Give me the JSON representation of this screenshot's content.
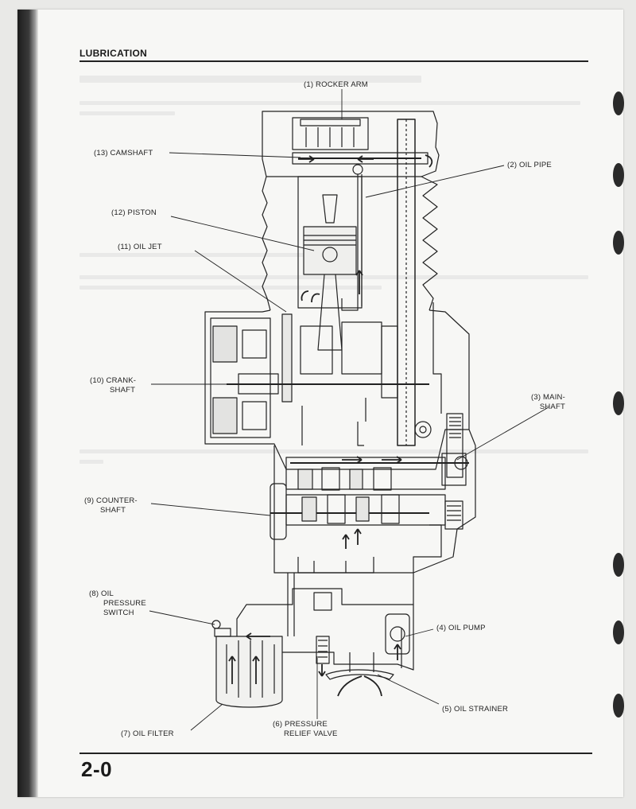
{
  "header": {
    "section_title": "LUBRICATION"
  },
  "footer": {
    "page_number": "2-0"
  },
  "labels": {
    "rocker_arm": "(1) ROCKER ARM",
    "oil_pipe": "(2) OIL PIPE",
    "mainshaft_1": "(3) MAIN-",
    "mainshaft_2": "SHAFT",
    "oil_pump": "(4) OIL PUMP",
    "oil_strainer": "(5) OIL STRAINER",
    "relief_valve_1": "(6) PRESSURE",
    "relief_valve_2": "RELIEF VALVE",
    "oil_filter": "(7) OIL FILTER",
    "pressure_switch_1": "(8) OIL",
    "pressure_switch_2": "PRESSURE",
    "pressure_switch_3": "SWITCH",
    "countershaft_1": "(9) COUNTER-",
    "countershaft_2": "SHAFT",
    "crankshaft_1": "(10) CRANK-",
    "crankshaft_2": "SHAFT",
    "oil_jet": "(11) OIL JET",
    "piston": "(12) PISTON",
    "camshaft": "(13) CAMSHAFT"
  }
}
